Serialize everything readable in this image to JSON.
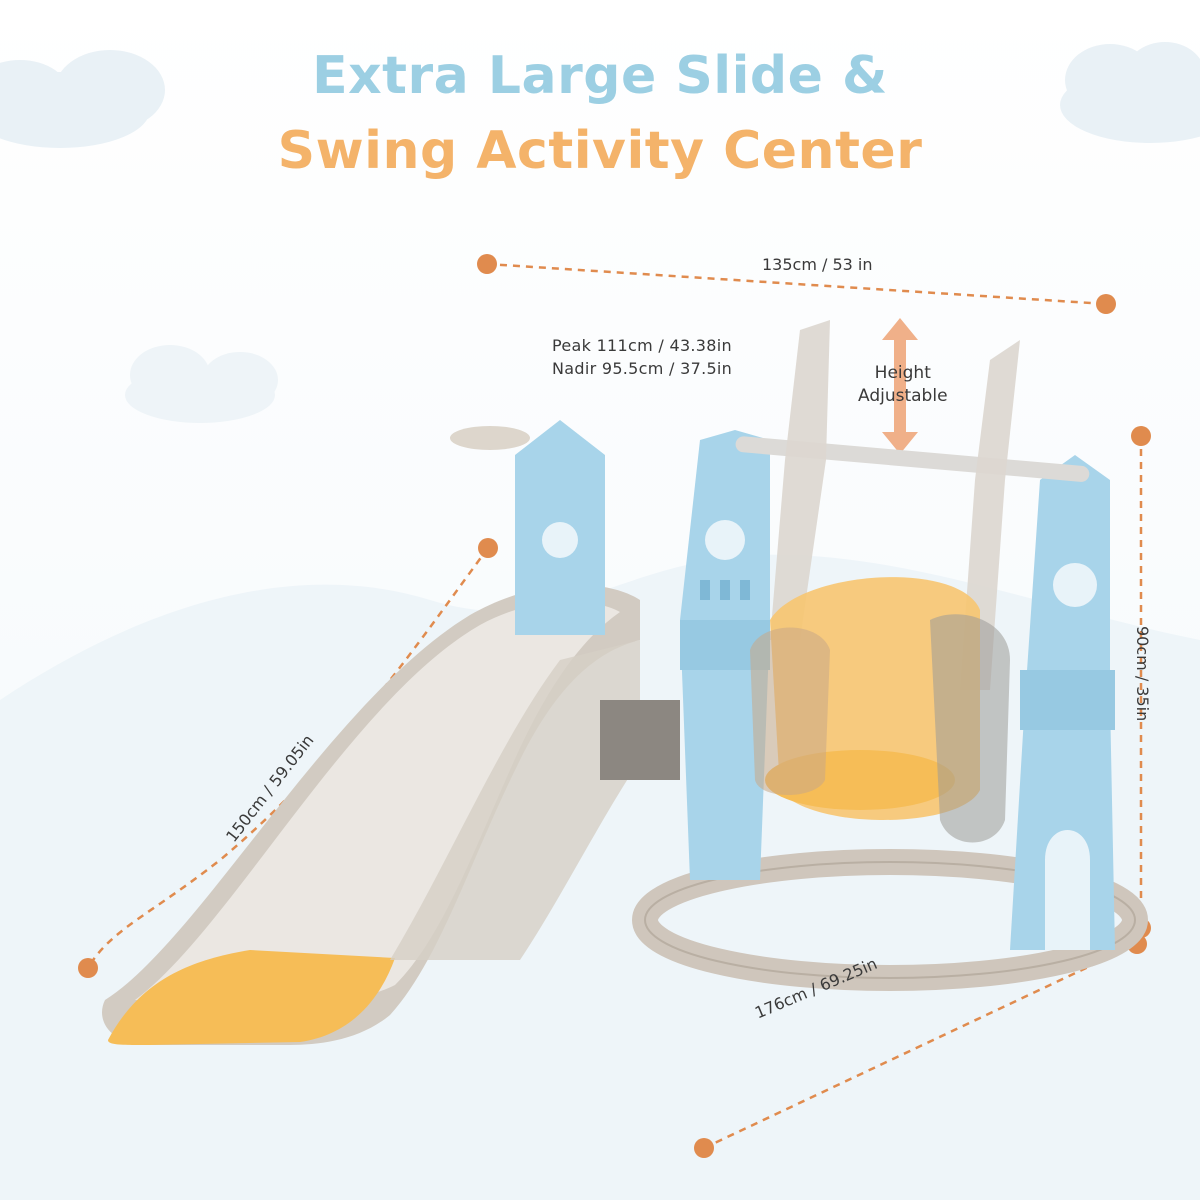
{
  "title": {
    "line1": "Extra Large Slide &",
    "line2": "Swing Activity Center"
  },
  "dimensions": {
    "width": "135cm / 53 in",
    "height": "90cm / 35in",
    "depth": "176cm / 69.25in",
    "slide_length": "150cm / 59.05in"
  },
  "swing_height": {
    "peak": "Peak  111cm / 43.38in",
    "nadir": "Nadir 95.5cm / 37.5in"
  },
  "adjustable": {
    "line1": "Height",
    "line2": "Adjustable"
  },
  "colors": {
    "title_blue": "#9ccfe3",
    "title_orange": "#f4b36a",
    "dimension_line": "#e08b4e",
    "tower_blue": "#a8d4ea",
    "slide_grey": "#cfc8bf",
    "seat_yellow": "#f6bd57"
  }
}
